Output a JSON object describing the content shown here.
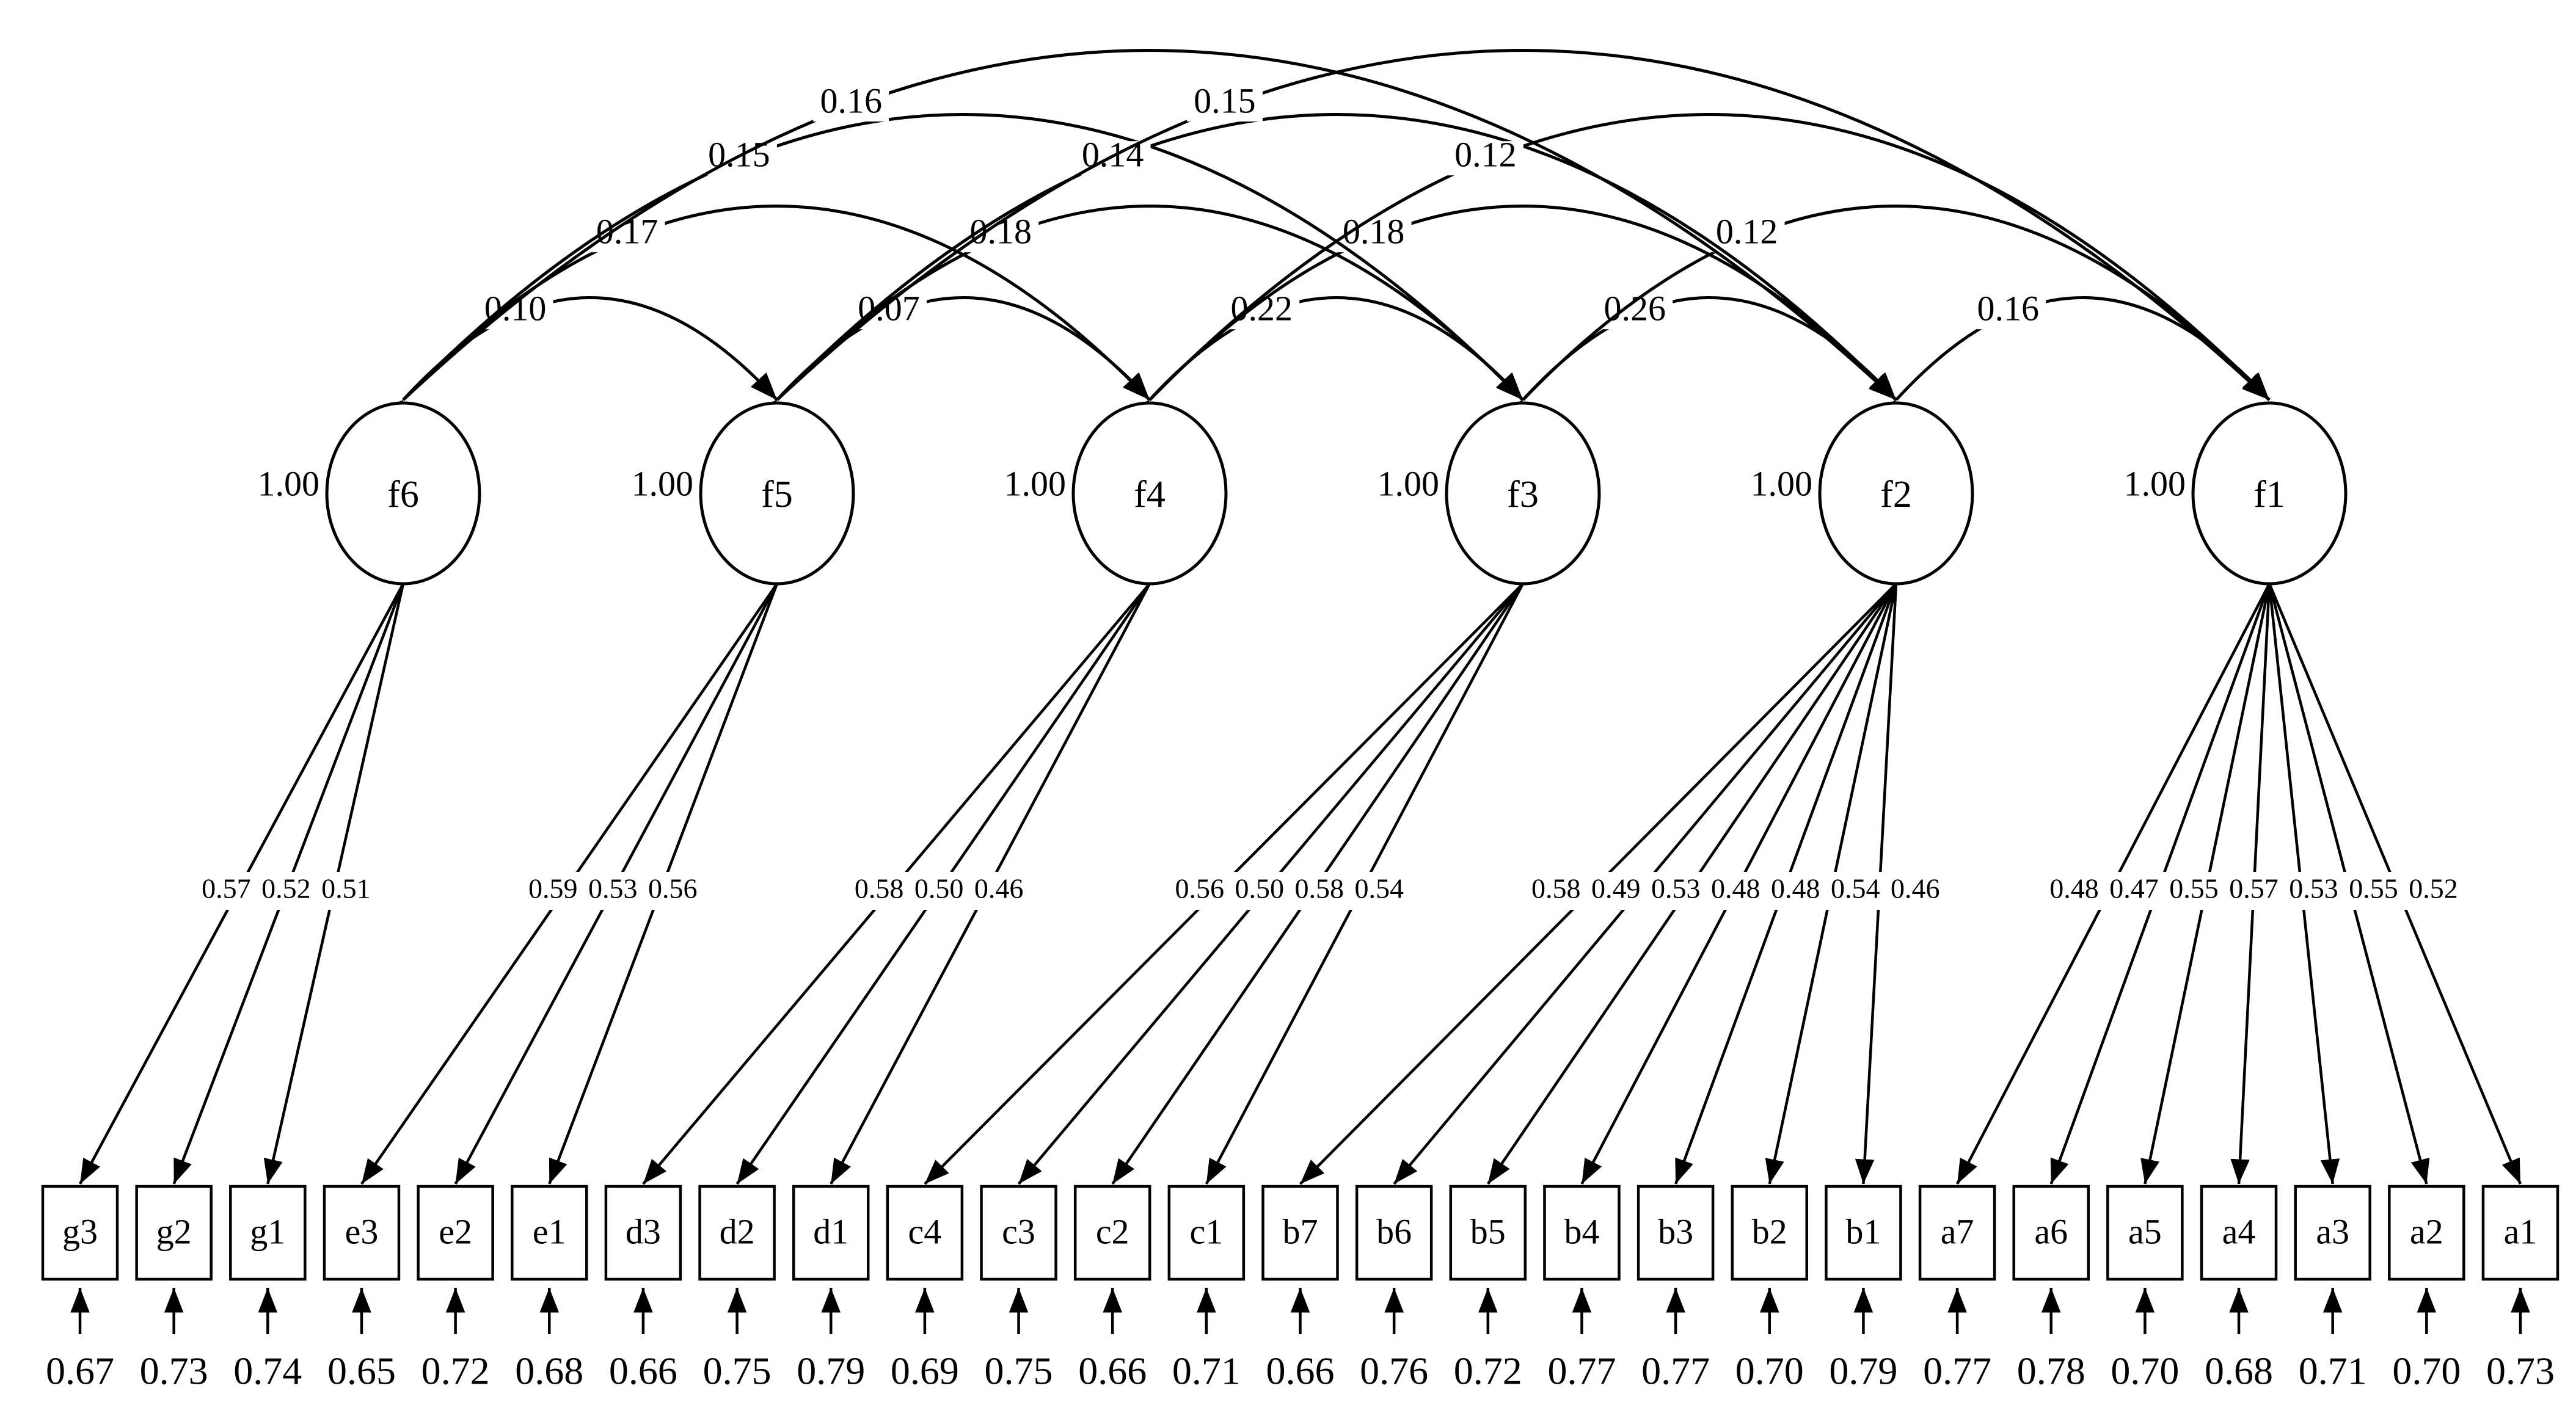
{
  "diagram": {
    "latent_variance": "1.00",
    "factors": [
      {
        "id": "f6",
        "label": "f6",
        "indicators": [
          "g3",
          "g2",
          "g1"
        ],
        "loadings": [
          "0.57",
          "0.52",
          "0.51"
        ]
      },
      {
        "id": "f5",
        "label": "f5",
        "indicators": [
          "e3",
          "e2",
          "e1"
        ],
        "loadings": [
          "0.59",
          "0.53",
          "0.56"
        ]
      },
      {
        "id": "f4",
        "label": "f4",
        "indicators": [
          "d3",
          "d2",
          "d1"
        ],
        "loadings": [
          "0.58",
          "0.50",
          "0.46"
        ]
      },
      {
        "id": "f3",
        "label": "f3",
        "indicators": [
          "c4",
          "c3",
          "c2",
          "c1"
        ],
        "loadings": [
          "0.56",
          "0.50",
          "0.58",
          "0.54"
        ]
      },
      {
        "id": "f2",
        "label": "f2",
        "indicators": [
          "b7",
          "b6",
          "b5",
          "b4",
          "b3",
          "b2",
          "b1"
        ],
        "loadings": [
          "0.58",
          "0.49",
          "0.53",
          "0.48",
          "0.48",
          "0.54",
          "0.46"
        ]
      },
      {
        "id": "f1",
        "label": "f1",
        "indicators": [
          "a7",
          "a6",
          "a5",
          "a4",
          "a3",
          "a2",
          "a1"
        ],
        "loadings": [
          "0.48",
          "0.47",
          "0.55",
          "0.57",
          "0.53",
          "0.55",
          "0.52"
        ]
      }
    ],
    "observed": [
      {
        "label": "g3",
        "error": "0.67"
      },
      {
        "label": "g2",
        "error": "0.73"
      },
      {
        "label": "g1",
        "error": "0.74"
      },
      {
        "label": "e3",
        "error": "0.65"
      },
      {
        "label": "e2",
        "error": "0.72"
      },
      {
        "label": "e1",
        "error": "0.68"
      },
      {
        "label": "d3",
        "error": "0.66"
      },
      {
        "label": "d2",
        "error": "0.75"
      },
      {
        "label": "d1",
        "error": "0.79"
      },
      {
        "label": "c4",
        "error": "0.69"
      },
      {
        "label": "c3",
        "error": "0.75"
      },
      {
        "label": "c2",
        "error": "0.66"
      },
      {
        "label": "c1",
        "error": "0.71"
      },
      {
        "label": "b7",
        "error": "0.66"
      },
      {
        "label": "b6",
        "error": "0.76"
      },
      {
        "label": "b5",
        "error": "0.72"
      },
      {
        "label": "b4",
        "error": "0.77"
      },
      {
        "label": "b3",
        "error": "0.77"
      },
      {
        "label": "b2",
        "error": "0.70"
      },
      {
        "label": "b1",
        "error": "0.79"
      },
      {
        "label": "a7",
        "error": "0.77"
      },
      {
        "label": "a6",
        "error": "0.78"
      },
      {
        "label": "a5",
        "error": "0.70"
      },
      {
        "label": "a4",
        "error": "0.68"
      },
      {
        "label": "a3",
        "error": "0.71"
      },
      {
        "label": "a2",
        "error": "0.70"
      },
      {
        "label": "a1",
        "error": "0.73"
      }
    ],
    "covariances": [
      {
        "from": "f6",
        "to": "f5",
        "value": "0.10"
      },
      {
        "from": "f5",
        "to": "f4",
        "value": "0.07"
      },
      {
        "from": "f4",
        "to": "f3",
        "value": "0.22"
      },
      {
        "from": "f3",
        "to": "f2",
        "value": "0.26"
      },
      {
        "from": "f2",
        "to": "f1",
        "value": "0.16"
      },
      {
        "from": "f6",
        "to": "f4",
        "value": "0.17"
      },
      {
        "from": "f5",
        "to": "f3",
        "value": "0.18"
      },
      {
        "from": "f4",
        "to": "f2",
        "value": "0.18"
      },
      {
        "from": "f3",
        "to": "f1",
        "value": "0.12"
      },
      {
        "from": "f6",
        "to": "f3",
        "value": "0.15"
      },
      {
        "from": "f5",
        "to": "f2",
        "value": "0.14"
      },
      {
        "from": "f4",
        "to": "f1",
        "value": "0.12"
      },
      {
        "from": "f6",
        "to": "f2",
        "value": "0.16"
      },
      {
        "from": "f5",
        "to": "f1",
        "value": "0.15"
      }
    ]
  }
}
